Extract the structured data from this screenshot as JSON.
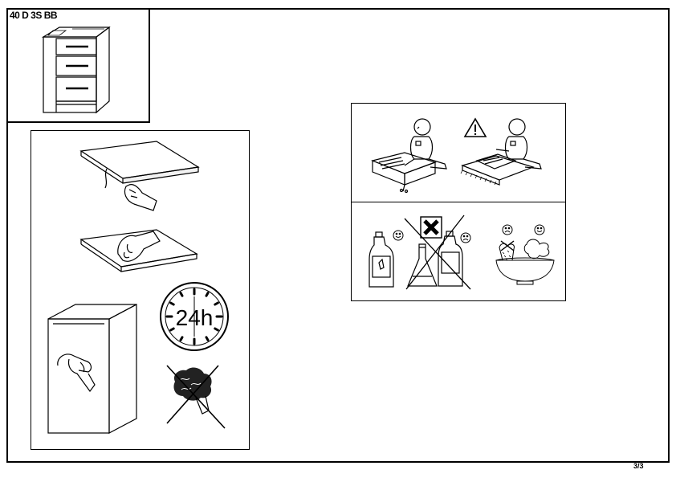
{
  "product": {
    "code": "40 D 3S BB"
  },
  "footer": {
    "page": "3/3"
  },
  "clock": {
    "text": "24h"
  },
  "icons": {
    "cabinet": "cabinet-3-drawers-icon",
    "warning": "warning-triangle-icon",
    "forbidden": "cross-out-icon",
    "happy": "smiley-happy-icon",
    "sad": "smiley-sad-icon"
  }
}
